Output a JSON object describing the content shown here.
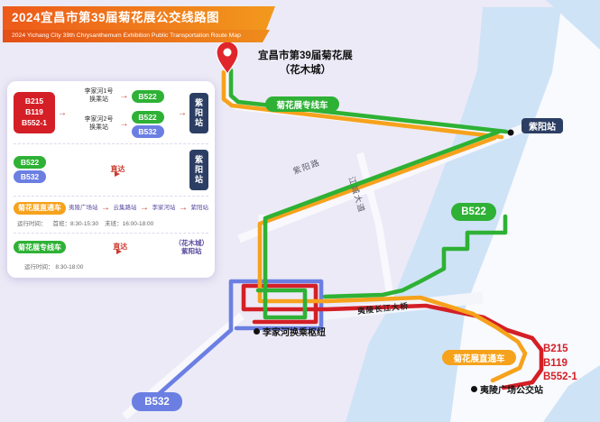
{
  "colors": {
    "red": "#d41f26",
    "orange": "#f6a21c",
    "green": "#2eb135",
    "blue": "#6b7fe3",
    "navy": "#2c3e63",
    "river": "#cfe3f7",
    "banner1": "#ed5a1a",
    "banner2": "#f2991d"
  },
  "header": {
    "title": "2024宜昌市第39届菊花展公交线路图",
    "subtitle": "2024 Yichang City 39th Chrysanthemum Exhibition Public Transportation Route Map"
  },
  "panel": {
    "row1": {
      "lines": [
        "B215",
        "B119",
        "B552-1"
      ],
      "transfers": [
        {
          "station_l1": "李家河1号",
          "station_l2": "换乘站",
          "routes": [
            "B522"
          ]
        },
        {
          "station_l1": "李家河2号",
          "station_l2": "换乘站",
          "routes": [
            "B522",
            "B532"
          ]
        }
      ],
      "dest": "紫阳站"
    },
    "row2": {
      "routes": [
        "B522",
        "B532"
      ],
      "arrow_label": "直达",
      "dest": "紫阳站"
    },
    "row3": {
      "badge": "菊花展直通车",
      "stops": [
        "夷陵广场站",
        "云集路站",
        "李家河站",
        "紫阳站"
      ],
      "times_label": "运行时间：",
      "first_bus": "首班：8:30-15:30",
      "last_bus": "末班：16:00-18:00"
    },
    "row4": {
      "badge": "菊花展专线车",
      "arrow_label": "直达",
      "dest_l1": "（花木城）",
      "dest_l2": "紫阳站",
      "times_label": "运行时间：",
      "times": "8:30-18:00"
    }
  },
  "map": {
    "pin_title": "宜昌市第39届菊花展",
    "pin_subtitle": "（花木城）",
    "special_line_badge": "菊花展专线车",
    "ziyang_station": "紫阳站",
    "ziyang_road": "紫阳路",
    "jiangcheng_avenue": "江城大道",
    "b522": "B522",
    "b532": "B532",
    "bridge": "夷陵长江大桥",
    "lijiahe_hub": "李家河换乘枢纽",
    "through_badge": "菊花展直通车",
    "red_lines": [
      "B215",
      "B119",
      "B552-1"
    ],
    "yiling_square": "夷陵广场公交站"
  }
}
